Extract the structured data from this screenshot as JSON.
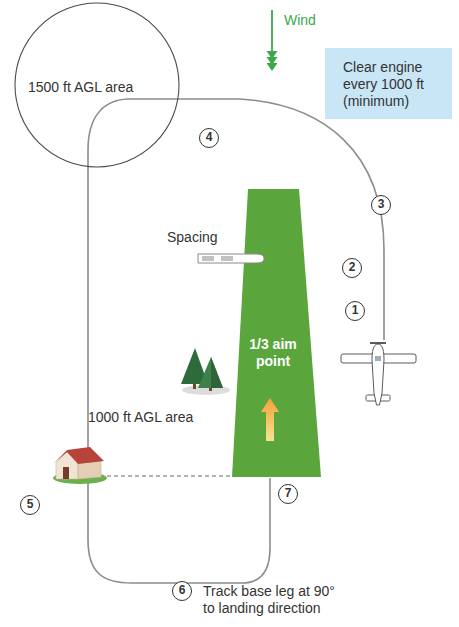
{
  "diagram": {
    "nodes": [
      {
        "text": [
          "1500 ft AGL area"
        ]
      },
      {
        "text": [
          "Clear engine every 1000 ft (minimum)"
        ]
      },
      {
        "text": [
          "1/3 aim point"
        ]
      }
    ],
    "labels": [
      "Wind",
      "4",
      "3",
      "Spacing",
      "2",
      "1",
      "1000 ft AGL area",
      "7",
      "5",
      "6",
      "Track base leg at 90° to landing direction"
    ]
  }
}
